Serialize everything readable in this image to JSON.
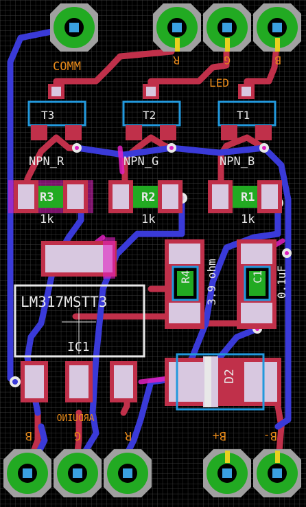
{
  "board": {
    "colors": {
      "background": "#000000",
      "grid": "#4a4a4a",
      "top_trace": "#c0304a",
      "bottom_trace": "#3a3ad8",
      "pad_green": "#22aa22",
      "pad_ring": "#a0a0a0",
      "pad_center": "#3aa0e0",
      "silk_white": "#e8e8e8",
      "silk_orange": "#e88a1a",
      "pad_body": "#d8c8e0",
      "part_outline": "#2299dd",
      "magenta": "#e020c0"
    }
  },
  "labels": {
    "comm": "COMM",
    "r_top": "R",
    "g_top": "G",
    "b_top": "B",
    "led": "LED",
    "t3": "T3",
    "t2": "T2",
    "t1": "T1",
    "npn_r": "NPN_R",
    "npn_g": "NPN_G",
    "npn_b": "NPN_B",
    "r3": "R3",
    "r2": "R2",
    "r1": "R1",
    "r3_val": "1k",
    "r2_val": "1k",
    "r1_val": "1k",
    "r4": "R4",
    "r4_val": "3.9 ohm",
    "c1": "C1",
    "c1_val": "0.1uF",
    "ic": "LM317MSTT3",
    "ic1": "IC1",
    "d2": "D2",
    "arduino": "ARDUINO",
    "b_bot": "B",
    "g_bot": "G",
    "r_bot": "R",
    "bplus": "B+",
    "bminus": "B-"
  }
}
